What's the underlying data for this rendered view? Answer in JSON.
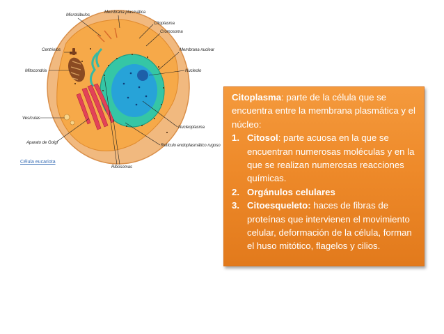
{
  "diagram": {
    "labels": {
      "microtubulos": "Microtúbulos",
      "membrana_plasmatica": "Membrana plasmática",
      "citoplasma": "Citoplasma",
      "cromosoma": "Cromosoma",
      "centriolos": "Centriolos",
      "membrana_nuclear": "Membrana nuclear",
      "nucleolo": "Nucleolo",
      "mitocondria": "Mitocondria",
      "vesiculas": "Vesículas",
      "nucleoplasma": "Nucleoplasma",
      "aparato_golgi": "Aparato de Golgi",
      "reticulo": "Retículo endoplasmático rugoso",
      "ribosomas": "Ribosomas"
    },
    "caption": "Célula eucariota"
  },
  "infobox": {
    "term": "Citoplasma",
    "definition": ": parte de la célula que se encuentra entre la membrana plasmática y el núcleo:",
    "items": [
      {
        "num": "1.",
        "term": "Citosol",
        "text": ": parte acuosa en la que se encuentran numerosas moléculas y en la que se realizan numerosas reacciones químicas."
      },
      {
        "num": "2.",
        "term": "Orgánulos celulares",
        "text": ""
      },
      {
        "num": "3.",
        "term": "Citoesqueleto:",
        "text": " haces de fibras de proteínas que intervienen el movimiento celular, deformación de la célula, forman el huso mitótico, flagelos y cilios."
      }
    ]
  },
  "colors": {
    "box_bg": "#ee8a2a",
    "cell_outer": "#f1b97f",
    "cytoplasm": "#f6a949",
    "nucleus_green": "#35c6a5",
    "nucleus_blue": "#27a3d8",
    "golgi_red": "#e34258",
    "mito_brown": "#8a4a22",
    "caption_link": "#3b6fb6"
  }
}
